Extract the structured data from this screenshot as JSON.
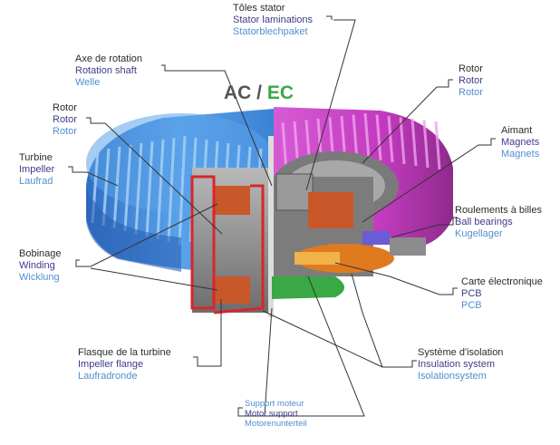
{
  "title": {
    "ac": "AC",
    "slash": " / ",
    "ec": "EC"
  },
  "labels": {
    "stator": {
      "fr": "Tôles stator",
      "en": "Stator laminations",
      "de": "Statorblechpaket"
    },
    "shaft": {
      "fr": "Axe de rotation",
      "en": "Rotation shaft",
      "de": "Welle"
    },
    "rotor_left": {
      "fr": "Rotor",
      "en": "Rotor",
      "de": "Rotor"
    },
    "impeller": {
      "fr": "Turbine",
      "en": "Impeller",
      "de": "Laufrad"
    },
    "winding": {
      "fr": "Bobinage",
      "en": "Winding",
      "de": "Wicklung"
    },
    "impeller_flange": {
      "fr": "Flasque de la turbine",
      "en": "Impeller flange",
      "de": "Laufradronde"
    },
    "motor_support": {
      "fr": "Support moteur",
      "en": "Motor support",
      "de": "Motorenunterteil"
    },
    "rotor_right": {
      "fr": "Rotor",
      "en": "Rotor",
      "de": "Rotor"
    },
    "magnets": {
      "fr": "Aimant",
      "en": "Magnets",
      "de": "Magnets"
    },
    "bearings": {
      "fr": "Roulements à billes",
      "en": "Ball bearings",
      "de": "Kugellager"
    },
    "pcb": {
      "fr": "Carte électronique",
      "en": "PCB",
      "de": "PCB"
    },
    "insulation": {
      "fr": "Système d'isolation",
      "en": "Insulation system",
      "de": "Isolationsystem"
    }
  },
  "colors": {
    "impeller_blue": "#3f86d8",
    "rotor_magenta": "#c23bbf",
    "winding_copper": "#c8582a",
    "pcb_orange": "#e07a1f",
    "motor_green": "#3aa844",
    "stator_grey": "#8e8e8e",
    "flange_red": "#d8262a"
  }
}
